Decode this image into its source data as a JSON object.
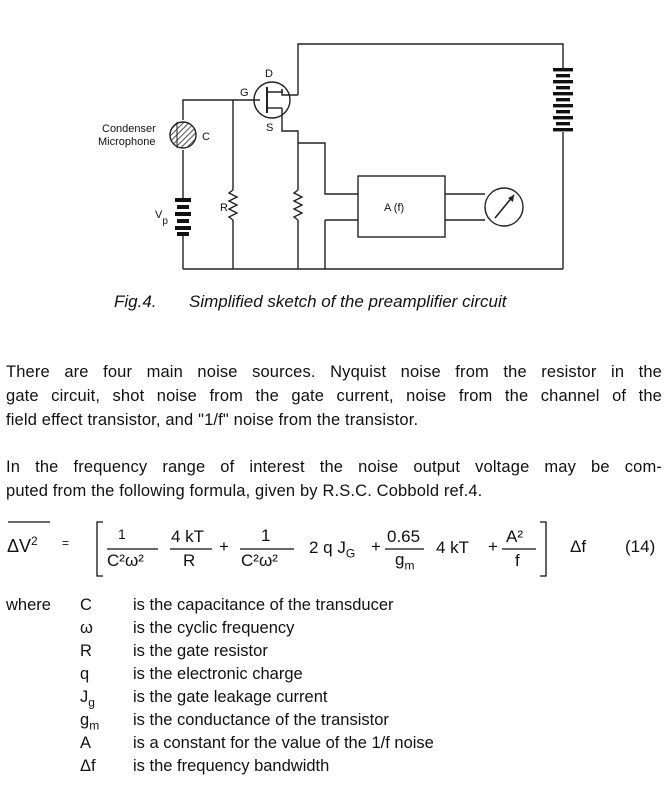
{
  "circuit": {
    "label_condenser": "Condenser",
    "label_microphone": "Microphone",
    "label_c": "C",
    "label_d": "D",
    "label_g": "G",
    "label_s": "S",
    "label_r": "R",
    "label_vp": "V",
    "label_vp_sub": "p",
    "label_amp": "A (f)"
  },
  "caption": {
    "fig": "Fig.4.",
    "text": "Simplified sketch of the preamplifier circuit"
  },
  "para1": {
    "l1": "There are four main noise sources. Nyquist noise from the resistor in the",
    "l2": "gate circuit, shot noise from the gate current, noise from the channel of the",
    "l3": "field effect transistor, and \"1/f\" noise from the transistor."
  },
  "para2": {
    "l1": "In the frequency range of interest the noise output voltage may be com-",
    "l2": "puted from the following formula, given by R.S.C. Cobbold ref.4."
  },
  "equation": {
    "lhs": "ΔV",
    "lhs_sup": "2",
    "eq": "=",
    "one_a": "1",
    "c2w2_a": "C²ω²",
    "four_kt": "4 kT",
    "r": "R",
    "plus1": "+",
    "one_b": "1",
    "c2w2_b": "C²ω²",
    "two_q": "2 q J",
    "two_q_sub": "G",
    "plus2": "+",
    "coef": "0.65",
    "gm": "g",
    "gm_sub": "m",
    "four_kt_b": "4 kT",
    "plus3": "+",
    "a2": "A²",
    "f": "f",
    "df": "Δf",
    "num": "(14)"
  },
  "defs": {
    "where": "where",
    "rows": [
      {
        "sym": "C",
        "desc": "is the capacitance of the transducer"
      },
      {
        "sym": "ω",
        "desc": "is the cyclic frequency"
      },
      {
        "sym": "R",
        "desc": "is the gate resistor"
      },
      {
        "sym": "q",
        "desc": "is the electronic charge"
      },
      {
        "sym": "J",
        "sub": "g",
        "desc": "is the gate leakage current"
      },
      {
        "sym": "g",
        "sub": "m",
        "desc": "is the conductance of the transistor"
      },
      {
        "sym": "A",
        "desc": "is a constant for the value of the 1/f noise"
      },
      {
        "sym": "Δf",
        "desc": "is the frequency bandwidth"
      }
    ]
  }
}
